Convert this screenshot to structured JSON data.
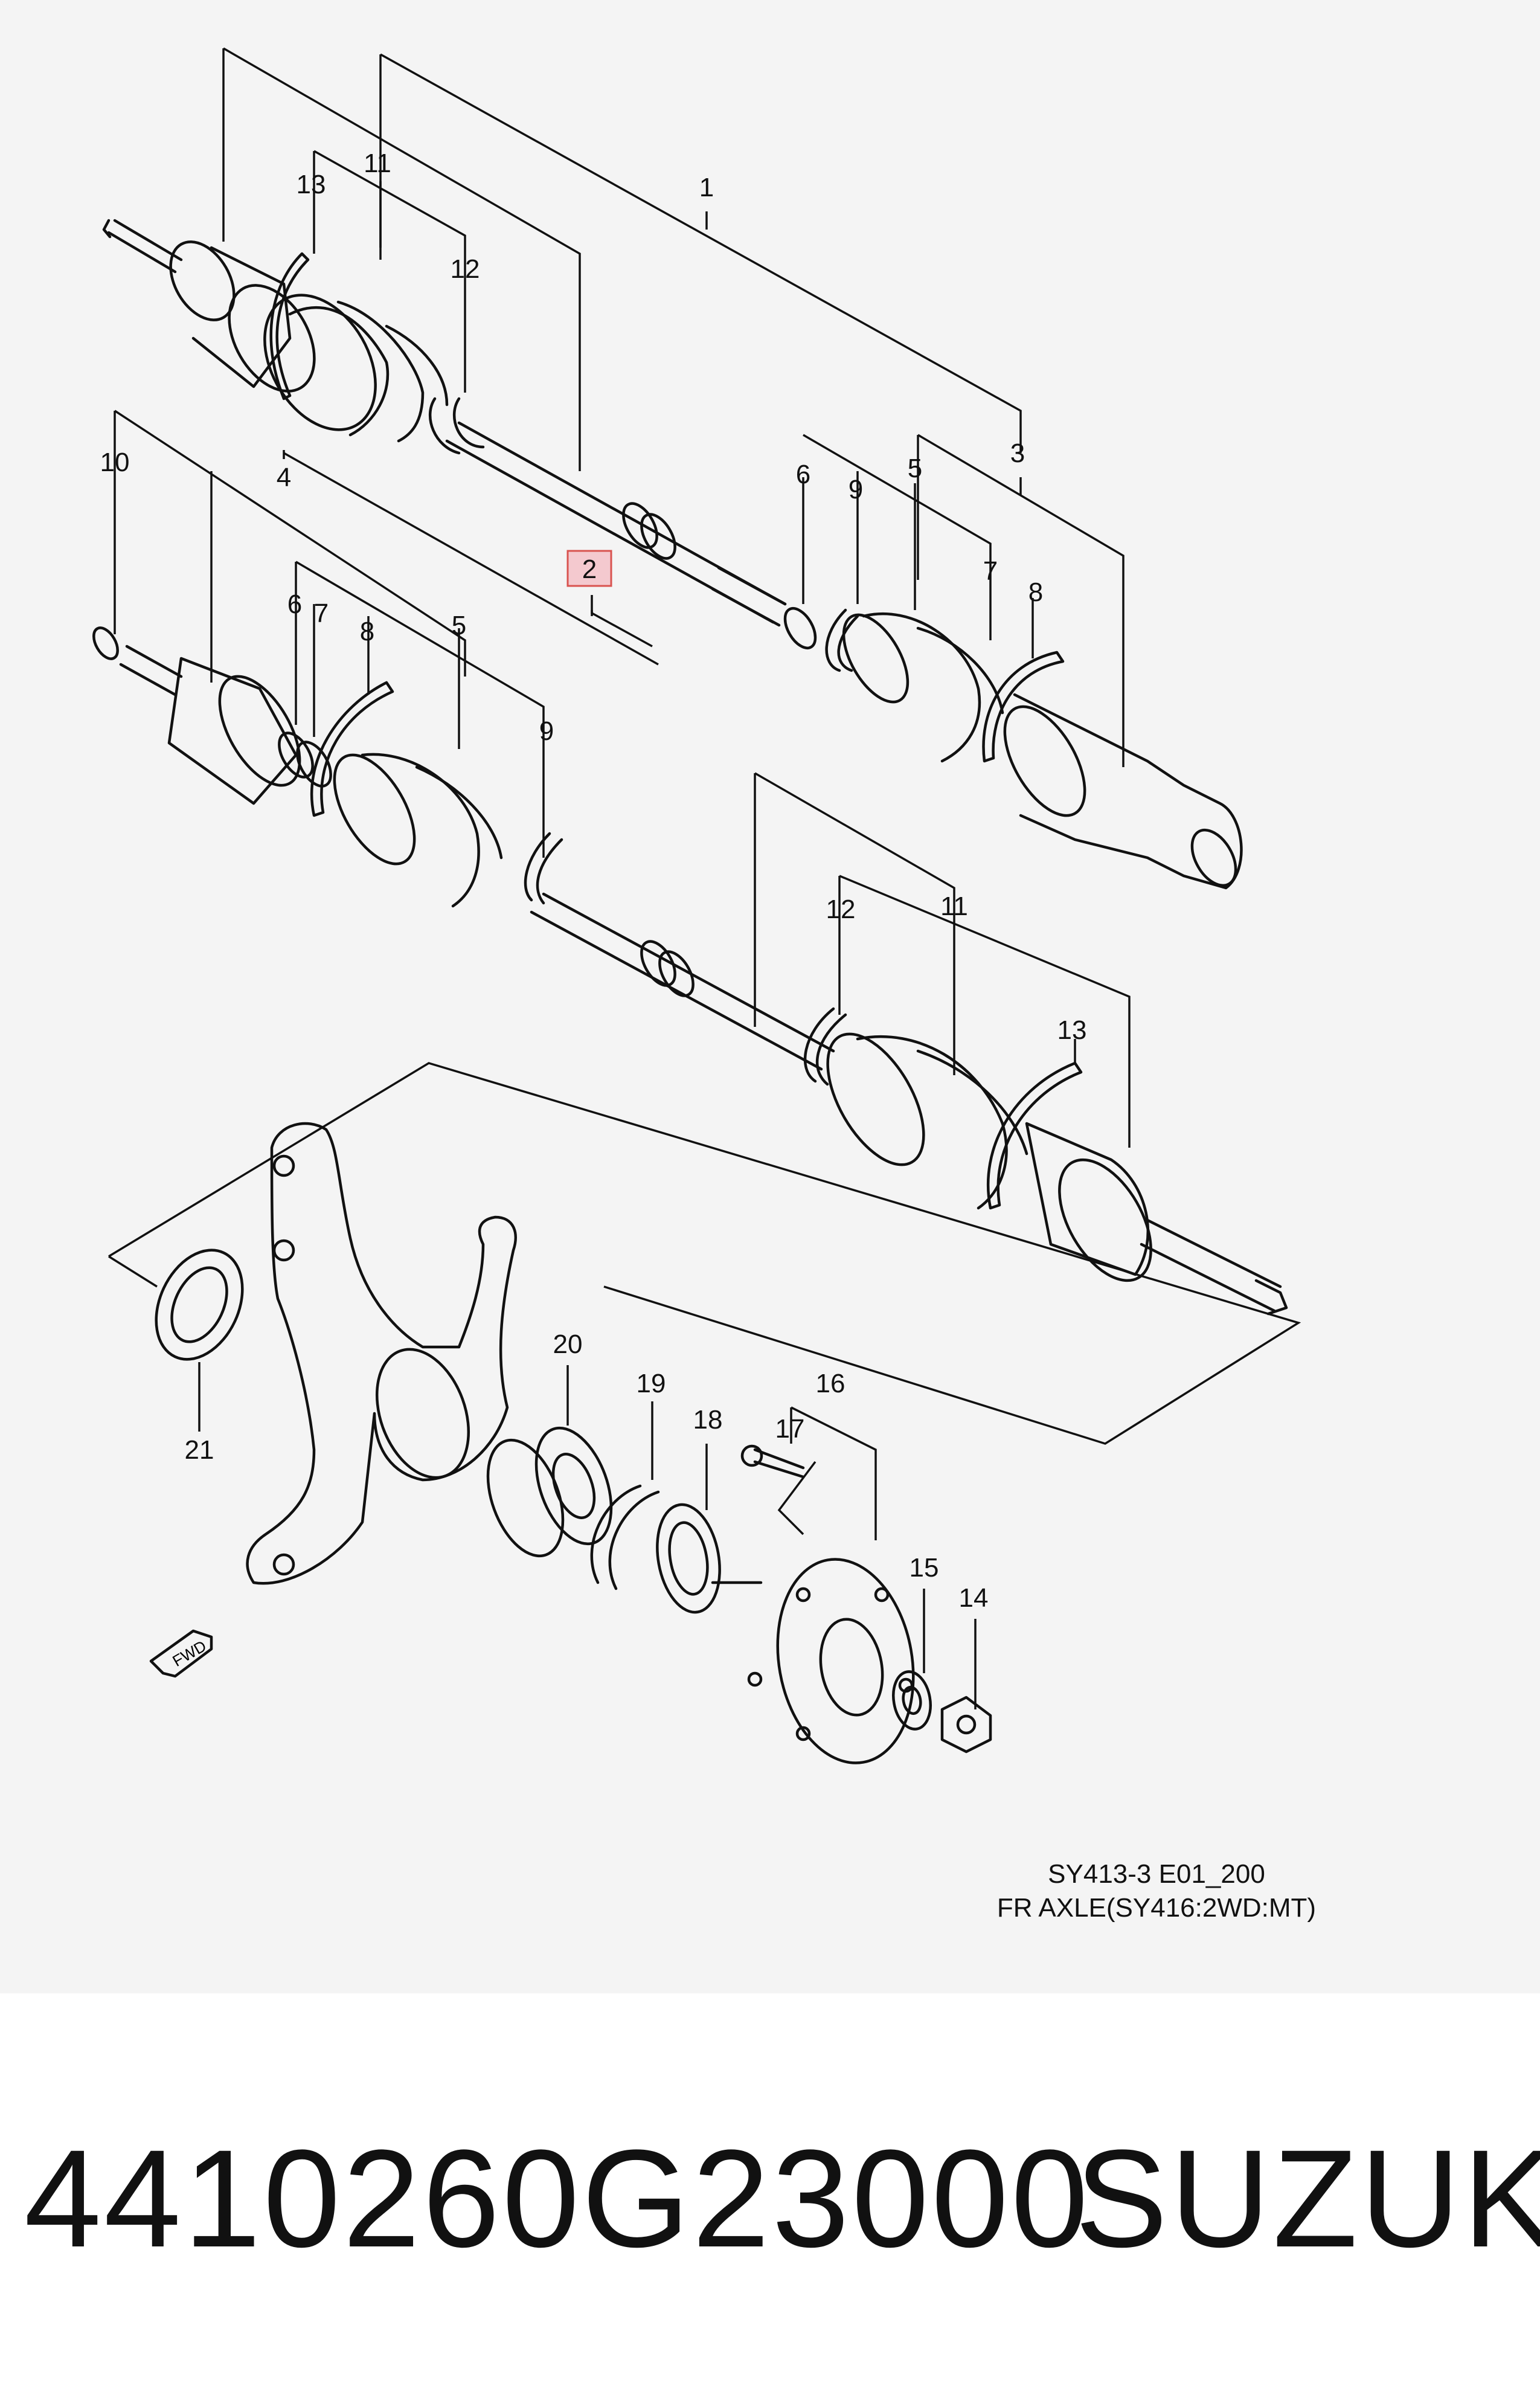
{
  "diagram": {
    "callouts": [
      {
        "id": "c1",
        "label": "1"
      },
      {
        "id": "c2",
        "label": "2",
        "highlighted": true
      },
      {
        "id": "c3",
        "label": "3"
      },
      {
        "id": "c4",
        "label": "4"
      },
      {
        "id": "c5a",
        "label": "5"
      },
      {
        "id": "c5b",
        "label": "5"
      },
      {
        "id": "c6a",
        "label": "6"
      },
      {
        "id": "c6b",
        "label": "6"
      },
      {
        "id": "c7a",
        "label": "7"
      },
      {
        "id": "c7b",
        "label": "7"
      },
      {
        "id": "c8a",
        "label": "8"
      },
      {
        "id": "c8b",
        "label": "8"
      },
      {
        "id": "c9a",
        "label": "9"
      },
      {
        "id": "c9b",
        "label": "9"
      },
      {
        "id": "c10",
        "label": "10"
      },
      {
        "id": "c11a",
        "label": "11"
      },
      {
        "id": "c11b",
        "label": "11"
      },
      {
        "id": "c12a",
        "label": "12"
      },
      {
        "id": "c12b",
        "label": "12"
      },
      {
        "id": "c13a",
        "label": "13"
      },
      {
        "id": "c13b",
        "label": "13"
      },
      {
        "id": "c14",
        "label": "14"
      },
      {
        "id": "c15",
        "label": "15"
      },
      {
        "id": "c16",
        "label": "16"
      },
      {
        "id": "c17",
        "label": "17"
      },
      {
        "id": "c18",
        "label": "18"
      },
      {
        "id": "c19",
        "label": "19"
      },
      {
        "id": "c20",
        "label": "20"
      },
      {
        "id": "c21",
        "label": "21"
      }
    ],
    "drawing_code": "SY413-3 E01_200",
    "drawing_title": "FR AXLE(SY416:2WD:MT)",
    "fwd_label": "FWD",
    "highlight_color": "#f4c9cf"
  },
  "footer": {
    "part_number": "4410260G23000",
    "brand": "SUZUKI"
  }
}
